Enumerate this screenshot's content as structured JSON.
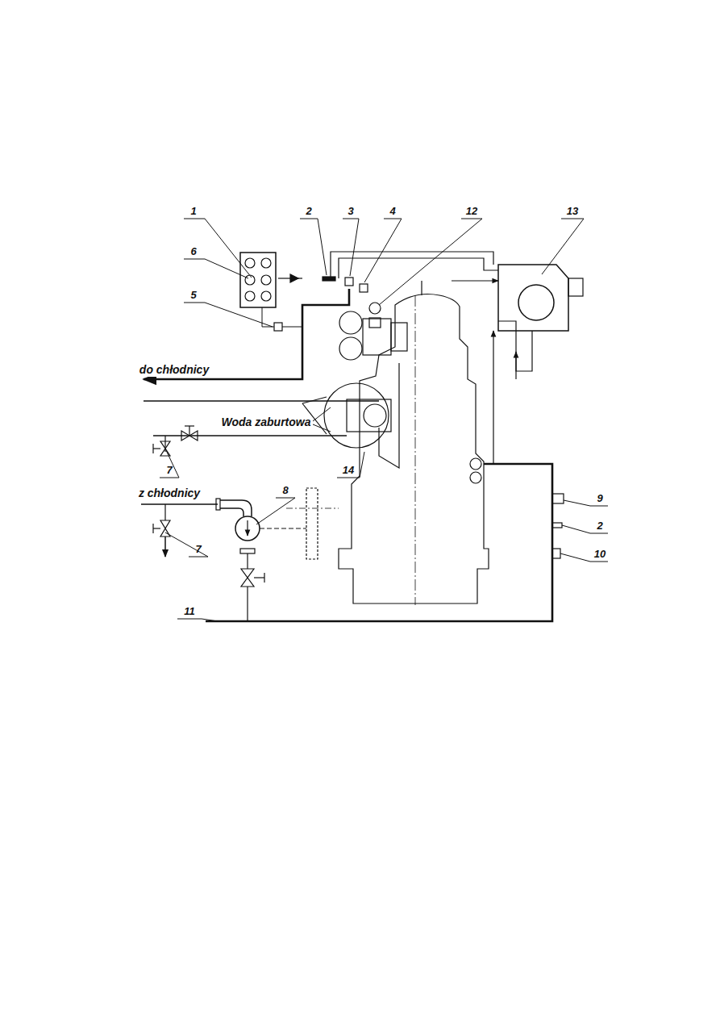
{
  "diagram": {
    "labels": [
      "1",
      "2",
      "3",
      "4",
      "12",
      "13",
      "6",
      "5",
      "do chłodnicy",
      "Woda zaburtowa",
      "7",
      "14",
      "z chłodnicy",
      "8",
      "9",
      "2",
      "10",
      "7",
      "11"
    ]
  }
}
